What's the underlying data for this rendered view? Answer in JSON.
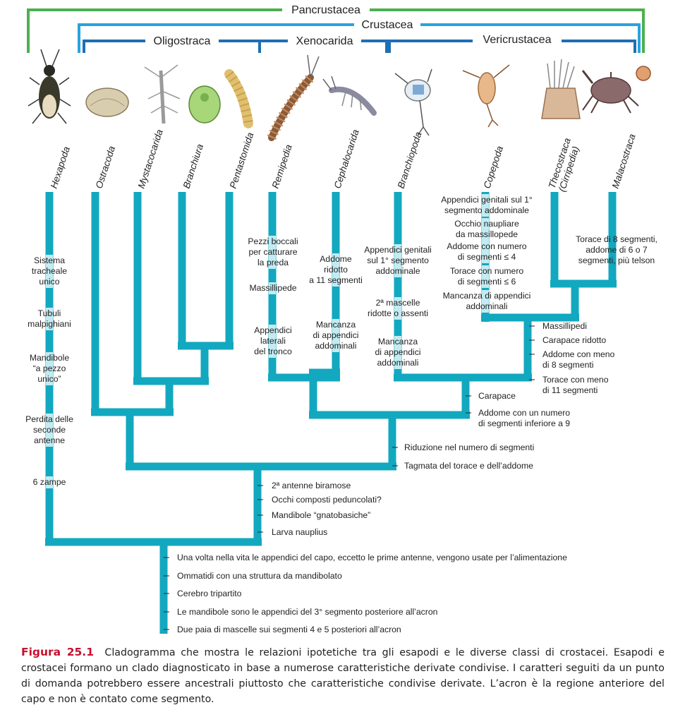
{
  "colors": {
    "pancrustacea": "#4cb050",
    "crustacea": "#29a3dc",
    "subgroup": "#1f6fb4",
    "branch": "#12a8bf",
    "highlight": "#c3ebf2",
    "figure_label": "#c8102e"
  },
  "groups": {
    "pancrustacea": "Pancrustacea",
    "crustacea": "Crustacea",
    "oligostraca": "Oligostraca",
    "xenocarida": "Xenocarida",
    "vericrustacea": "Vericrustacea"
  },
  "taxa": [
    {
      "id": "hexapoda",
      "lines": [
        "Hexapoda"
      ],
      "icon": "beetle-icon"
    },
    {
      "id": "ostracoda",
      "lines": [
        "Ostracoda"
      ],
      "icon": "ostracod-icon"
    },
    {
      "id": "mystacocarida",
      "lines": [
        "Mystacocarida"
      ],
      "icon": "mystacocarid-icon"
    },
    {
      "id": "branchiura",
      "lines": [
        "Branchiura"
      ],
      "icon": "fish-louse-icon"
    },
    {
      "id": "pentastomida",
      "lines": [
        "Pentastomida"
      ],
      "icon": "tongue-worm-icon"
    },
    {
      "id": "remipedia",
      "lines": [
        "Remipedia"
      ],
      "icon": "remipede-icon"
    },
    {
      "id": "cephalocarida",
      "lines": [
        "Cephalocarida"
      ],
      "icon": "cephalocarid-icon"
    },
    {
      "id": "branchiopoda",
      "lines": [
        "Branchiopoda"
      ],
      "icon": "branchiopod-icon"
    },
    {
      "id": "copepoda",
      "lines": [
        "Copepoda"
      ],
      "icon": "copepod-icon"
    },
    {
      "id": "thecostraca",
      "lines": [
        "Thecostraca",
        "(Cirripedia)"
      ],
      "icon": "barnacle-icon"
    },
    {
      "id": "malacostraca",
      "lines": [
        "Malacostraca"
      ],
      "icon": "crab-icon"
    }
  ],
  "characters": {
    "hexapoda": [
      [
        "Sistema",
        "tracheale",
        "unico"
      ],
      [
        "Tubuli",
        "malpighiani"
      ],
      [
        "Mandibole",
        "“a pezzo",
        "unico”"
      ],
      [
        "Perdita delle",
        "seconde",
        "antenne"
      ],
      [
        "6 zampe"
      ]
    ],
    "remipedia": [
      [
        "Pezzi boccali",
        "per catturare",
        "la preda"
      ],
      [
        "Massillipede"
      ],
      [
        "Appendici",
        "laterali",
        "del tronco"
      ]
    ],
    "cephalocarida": [
      [
        "Addome",
        "ridotto",
        "a 11 segmenti"
      ],
      [
        "Mancanza",
        "di appendici",
        "addominali"
      ]
    ],
    "branchiopoda": [
      [
        "Appendici genitali",
        "sul 1° segmento",
        "addominale"
      ],
      [
        "2ª mascelle",
        "ridotte o assenti"
      ],
      [
        "Mancanza",
        "di appendici",
        "addominali"
      ]
    ],
    "copepoda": [
      [
        "Appendici genitali sul 1°",
        "segmento addominale"
      ],
      [
        "Occhio naupliare",
        "da massillopede"
      ],
      [
        "Addome con numero",
        "di segmenti ≤ 4"
      ],
      [
        "Torace con numero",
        "di segmenti ≤ 6"
      ],
      [
        "Mancanza di appendici",
        "addominali"
      ]
    ],
    "malacostraca": [
      [
        "Torace di 8 segmenti,",
        "addome di 6 o 7",
        "segmenti, più telson"
      ]
    ],
    "vericrustacea_node": [
      [
        "Massillipedi"
      ],
      [
        "Carapace ridotto"
      ],
      [
        "Addome con meno",
        "di 8 segmenti"
      ],
      [
        "Torace con meno",
        "di 11 segmenti"
      ]
    ],
    "xeno_veri_node": [
      [
        "Carapace"
      ],
      [
        "Addome con un numero",
        "di segmenti inferiore a 9"
      ]
    ],
    "oligo_rest_node": [
      [
        "Riduzione nel numero di segmenti"
      ],
      [
        "Tagmata del torace e dell’addome"
      ]
    ],
    "crustacea_node": [
      [
        "2ª antenne biramose"
      ],
      [
        "Occhi composti peduncolati?"
      ],
      [
        "Mandibole “gnatobasiche”"
      ],
      [
        "Larva nauplius"
      ]
    ],
    "root": [
      [
        "Una volta nella vita le appendici del capo, eccetto le prime antenne, vengono usate per l’alimentazione"
      ],
      [
        "Ommatidi con una struttura da mandibolato"
      ],
      [
        "Cerebro tripartito"
      ],
      [
        "Le mandibole sono le appendici del 3° segmento posteriore all’acron"
      ],
      [
        "Due paia di mascelle sui segmenti 4 e 5 posteriori all’acron"
      ]
    ]
  },
  "caption": {
    "label": "Figura 25.1",
    "text": "Cladogramma che mostra le relazioni ipotetiche tra gli esapodi e le diverse classi di crostacei. Esapodi e crostacei formano un clado diagnosticato in base a numerose caratteristiche derivate condivise. I caratteri seguiti da un punto di domanda potrebbero essere ancestrali piuttosto che caratteristiche condivise derivate. L’acron è la regione anteriore del capo e non è contato come segmento."
  }
}
